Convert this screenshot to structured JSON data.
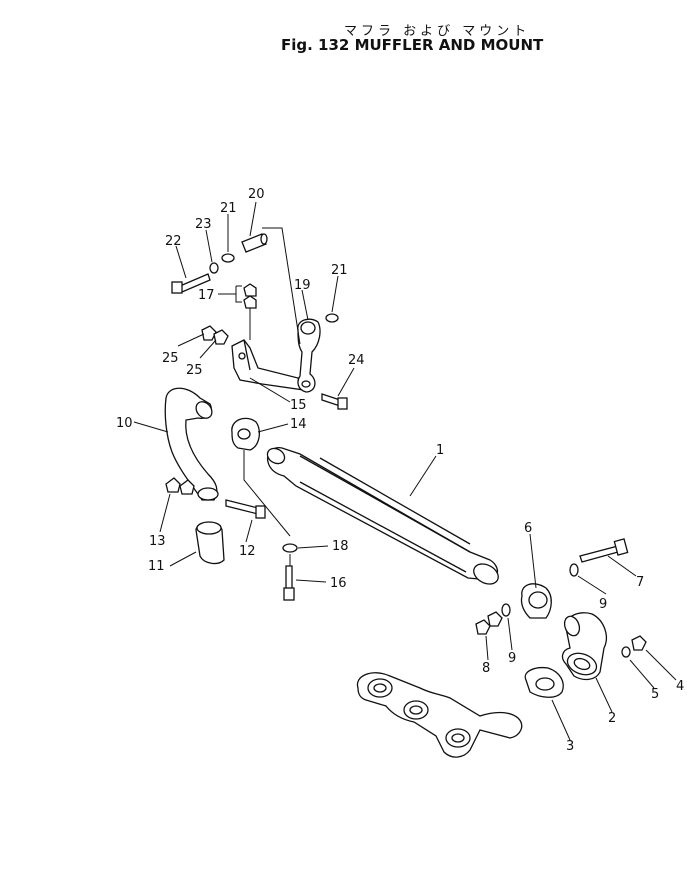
{
  "title": {
    "japanese": "マフラ および マウント",
    "english": "Fig. 132  MUFFLER AND MOUNT"
  },
  "callouts": [
    {
      "id": "c1",
      "label": "1"
    },
    {
      "id": "c2",
      "label": "2"
    },
    {
      "id": "c3",
      "label": "3"
    },
    {
      "id": "c4",
      "label": "4"
    },
    {
      "id": "c5",
      "label": "5"
    },
    {
      "id": "c6",
      "label": "6"
    },
    {
      "id": "c7",
      "label": "7"
    },
    {
      "id": "c8",
      "label": "8"
    },
    {
      "id": "c9a",
      "label": "9"
    },
    {
      "id": "c9b",
      "label": "9"
    },
    {
      "id": "c10",
      "label": "10"
    },
    {
      "id": "c11",
      "label": "11"
    },
    {
      "id": "c12",
      "label": "12"
    },
    {
      "id": "c13",
      "label": "13"
    },
    {
      "id": "c14",
      "label": "14"
    },
    {
      "id": "c15",
      "label": "15"
    },
    {
      "id": "c16",
      "label": "16"
    },
    {
      "id": "c17",
      "label": "17"
    },
    {
      "id": "c18",
      "label": "18"
    },
    {
      "id": "c19",
      "label": "19"
    },
    {
      "id": "c20",
      "label": "20"
    },
    {
      "id": "c21a",
      "label": "21"
    },
    {
      "id": "c21b",
      "label": "21"
    },
    {
      "id": "c22",
      "label": "22"
    },
    {
      "id": "c23",
      "label": "23"
    },
    {
      "id": "c24",
      "label": "24"
    },
    {
      "id": "c25a",
      "label": "25"
    },
    {
      "id": "c25b",
      "label": "25"
    }
  ]
}
